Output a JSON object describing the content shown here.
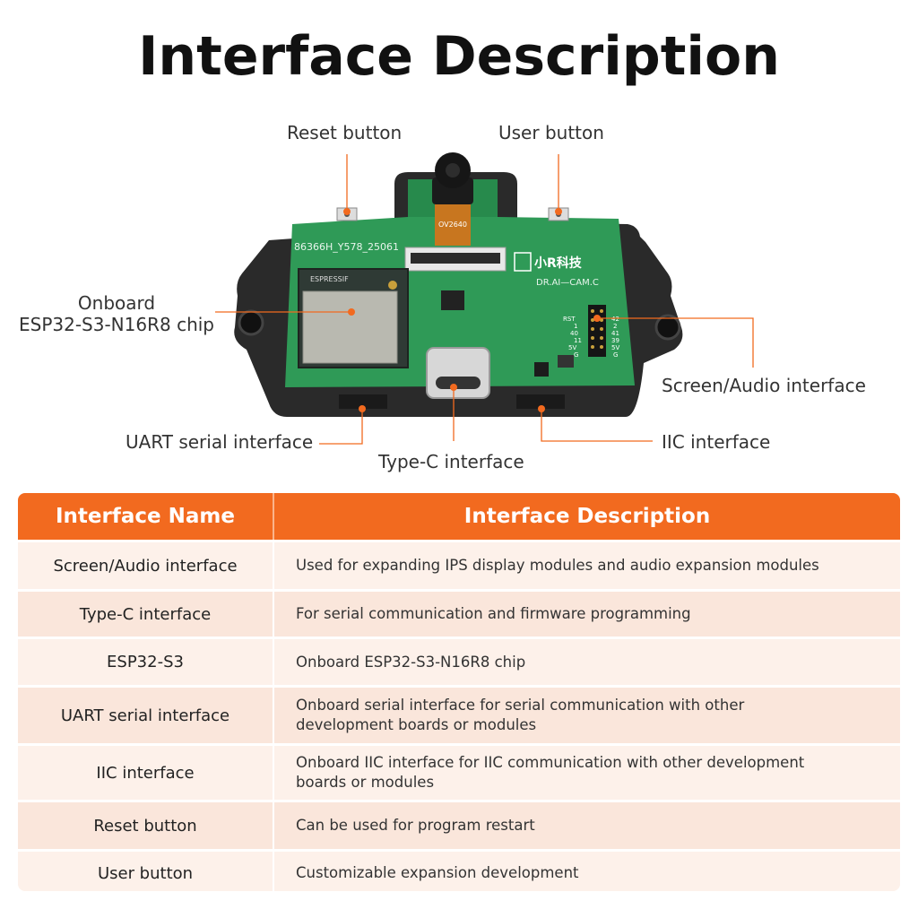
{
  "page_title": "Interface Description",
  "callouts": {
    "reset": "Reset button",
    "user": "User button",
    "chip": "Onboard\nESP32-S3-N16R8 chip",
    "screen_audio": "Screen/Audio interface",
    "uart": "UART serial interface",
    "typec": "Type-C interface",
    "iic": "IIC interface"
  },
  "board_silk": {
    "part_no": "86366H_Y578_25061",
    "brand": "小R科技",
    "model": "DR.AI—CAM.C",
    "camera": "OV2640",
    "module": "ESPRESSIF",
    "pins_left": [
      "RST",
      "1",
      "40",
      "11",
      "5V",
      "G"
    ],
    "pins_right": [
      "42",
      "2",
      "41",
      "39",
      "5V",
      "G"
    ]
  },
  "colors": {
    "accent": "#f26a1f",
    "pcb": "#2f9a57",
    "case": "#2a2a2a"
  },
  "table": {
    "headers": [
      "Interface Name",
      "Interface Description"
    ],
    "rows": [
      {
        "name": "Screen/Audio interface",
        "desc": "Used for expanding IPS display modules and audio expansion modules"
      },
      {
        "name": "Type-C interface",
        "desc": "For serial communication and firmware programming"
      },
      {
        "name": "ESP32-S3",
        "desc": "Onboard ESP32-S3-N16R8 chip"
      },
      {
        "name": "UART serial interface",
        "desc": "Onboard serial interface for serial communication with other development boards or modules"
      },
      {
        "name": "IIC interface",
        "desc": "Onboard IIC interface for IIC communication with other development boards or modules"
      },
      {
        "name": "Reset button",
        "desc": "Can be used for program restart"
      },
      {
        "name": "User button",
        "desc": "Customizable expansion development"
      }
    ]
  }
}
